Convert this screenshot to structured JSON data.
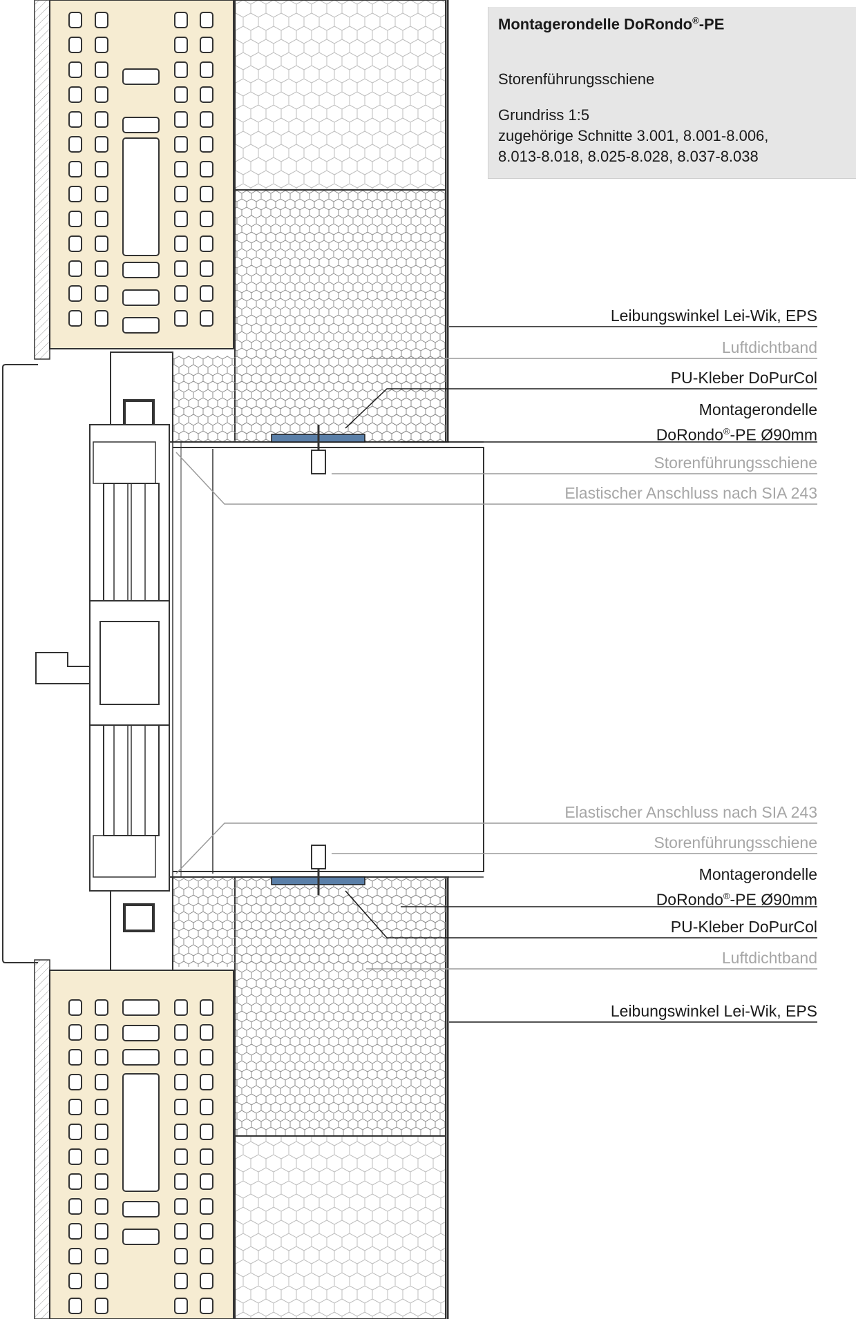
{
  "title_block": {
    "title_main": "Montagerondelle DoRondo",
    "title_reg": "®",
    "title_suffix": "-PE",
    "subtitle": "Storenführungsschiene",
    "scale": "Grundriss 1:5",
    "refs_line1": "zugehörige Schnitte 3.001, 8.001-8.006,",
    "refs_line2": "8.013-8.018, 8.025-8.028, 8.037-8.038"
  },
  "callouts_top": [
    {
      "text": "Leibungswinkel Lei-Wik, EPS",
      "style": "black"
    },
    {
      "text": "Luftdichtband",
      "style": "grey"
    },
    {
      "text": "PU-Kleber DoPurCol",
      "style": "black"
    },
    {
      "line1": "Montagerondelle",
      "line2_pre": "DoRondo",
      "line2_reg": "®",
      "line2_post": "-PE Ø90mm",
      "style": "black"
    },
    {
      "text": "Storenführungsschiene",
      "style": "grey"
    },
    {
      "text": "Elastischer Anschluss nach SIA 243",
      "style": "grey"
    }
  ],
  "callouts_bottom": [
    {
      "text": "Elastischer Anschluss nach SIA 243",
      "style": "grey"
    },
    {
      "text": "Storenführungsschiene",
      "style": "grey"
    },
    {
      "line1": "Montagerondelle",
      "line2_pre": "DoRondo",
      "line2_reg": "®",
      "line2_post": "-PE Ø90mm",
      "style": "black"
    },
    {
      "text": "PU-Kleber DoPurCol",
      "style": "black"
    },
    {
      "text": "Luftdichtband",
      "style": "grey"
    },
    {
      "text": "Leibungswinkel Lei-Wik, EPS",
      "style": "black"
    }
  ],
  "colors": {
    "brick": "#f6ecd2",
    "eps_fill": "#ffffff",
    "eps_dense": "#f2f2f2",
    "leader_black": "#1a1a1a",
    "leader_grey": "#9a9a9a",
    "rondelle": "#5a7fa8",
    "title_bg": "#e6e6e6"
  }
}
